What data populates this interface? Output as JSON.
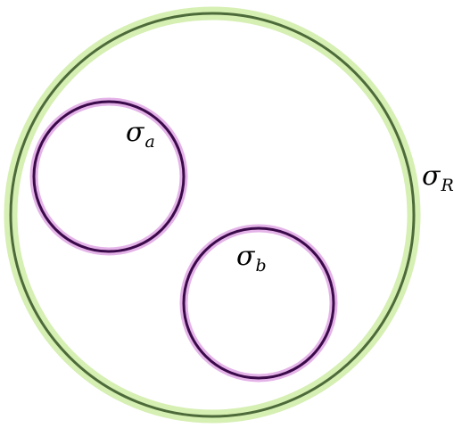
{
  "diagram": {
    "outer_circle": {
      "label": {
        "symbol": "σ",
        "subscript": "R"
      }
    },
    "inner_circles": [
      {
        "label": {
          "symbol": "σ",
          "subscript": "a"
        }
      },
      {
        "label": {
          "symbol": "σ",
          "subscript": "b"
        }
      }
    ]
  },
  "colors": {
    "background": "#ffffff",
    "outer_halo": "#d6efb3",
    "outer_stroke": "#4d6b3a",
    "inner_halo": "#e4b3e8",
    "inner_stroke": "#3b0a4a",
    "text": "#000000"
  }
}
